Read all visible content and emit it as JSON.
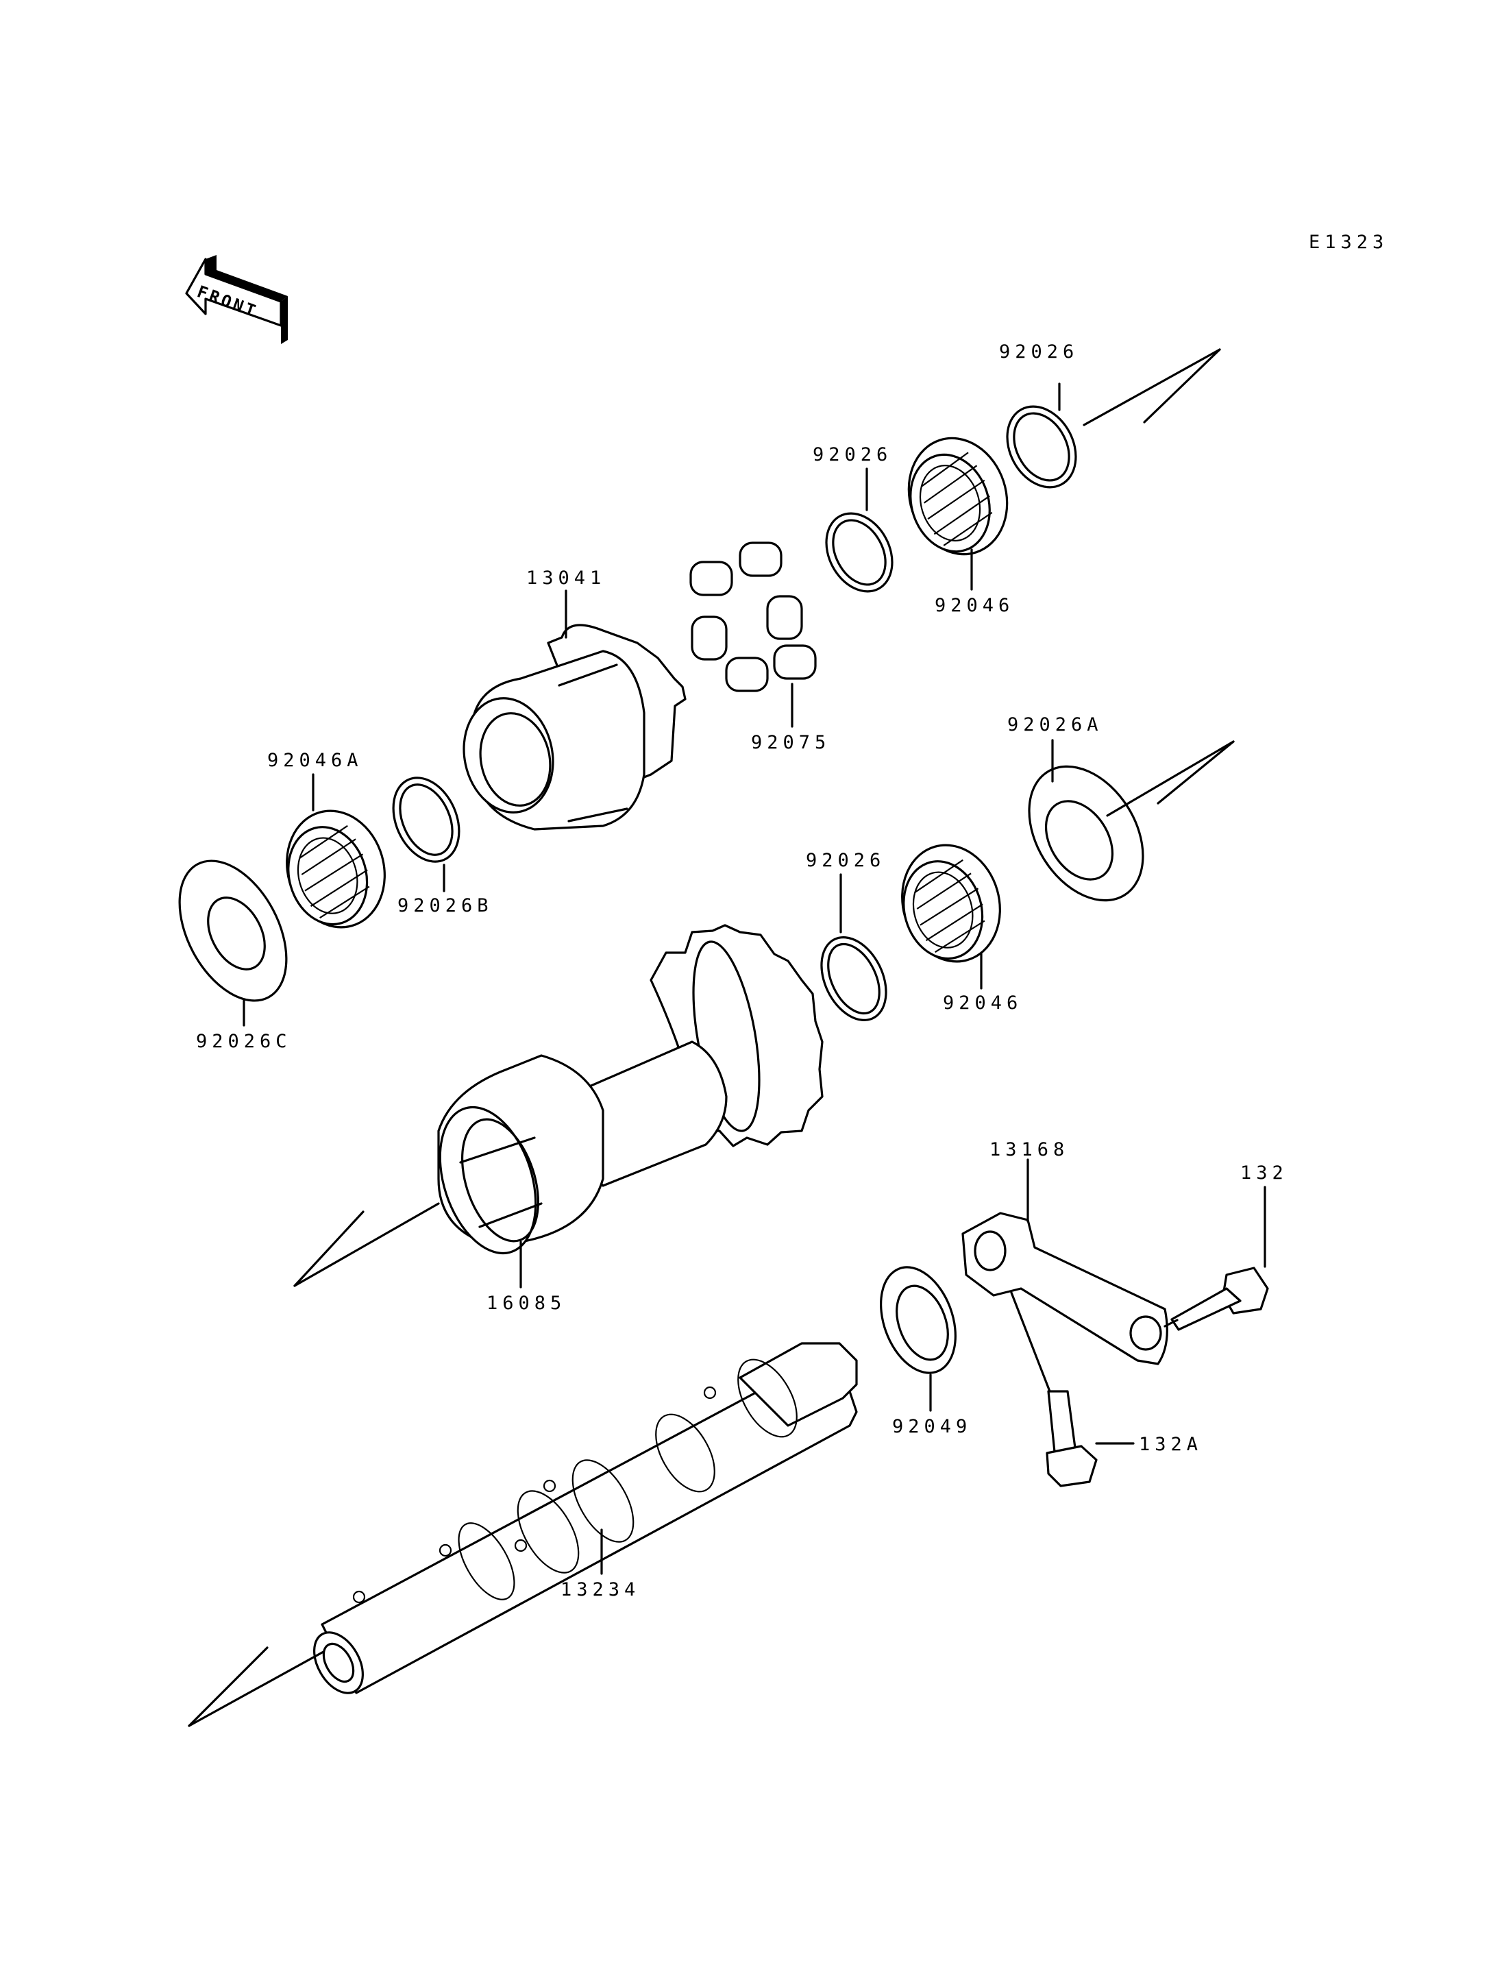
{
  "diagram_code": "E1323",
  "front_label": "FRONT",
  "labels": [
    {
      "key": "p92026_top",
      "text": "92026"
    },
    {
      "key": "p92026_mid",
      "text": "92026"
    },
    {
      "key": "p92046_top",
      "text": "92046"
    },
    {
      "key": "p13041",
      "text": "13041"
    },
    {
      "key": "p92075",
      "text": "92075"
    },
    {
      "key": "p92046A",
      "text": "92046A"
    },
    {
      "key": "p92026B",
      "text": "92026B"
    },
    {
      "key": "p92026A",
      "text": "92026A"
    },
    {
      "key": "p92026_low",
      "text": "92026"
    },
    {
      "key": "p92046_low",
      "text": "92046"
    },
    {
      "key": "p92026C",
      "text": "92026C"
    },
    {
      "key": "p16085",
      "text": "16085"
    },
    {
      "key": "p13168",
      "text": "13168"
    },
    {
      "key": "p132",
      "text": "132"
    },
    {
      "key": "p92049",
      "text": "92049"
    },
    {
      "key": "p132A",
      "text": "132A"
    },
    {
      "key": "p13234",
      "text": "13234"
    }
  ]
}
